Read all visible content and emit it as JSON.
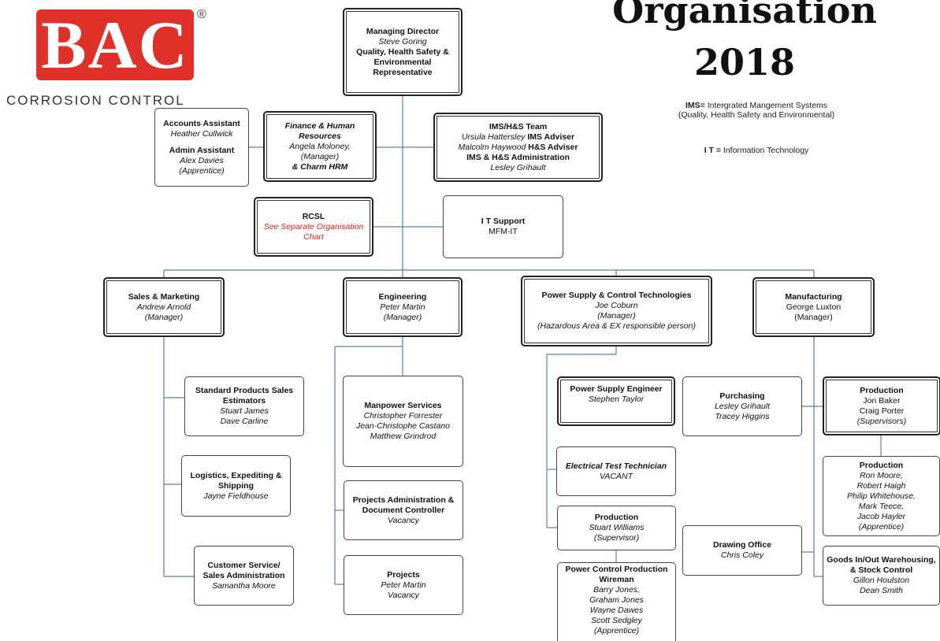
{
  "logo": {
    "text": "BAC",
    "registered": "®",
    "tagline": "CORROSION CONTROL"
  },
  "heading": {
    "line1": "Organisation",
    "line2": "2018"
  },
  "legend": {
    "ims_abbr": "IMS",
    "ims_desc": "Intergrated Mangement Systems",
    "ims_desc2": "(Quality, Health Safety and Environmental)",
    "it_abbr": "I T",
    "it_desc": "Information Technology"
  },
  "md": {
    "title": "Managing Director",
    "name": "Steve Goring",
    "role": "Quality, Health Safety & Environmental Representative"
  },
  "accounts": {
    "title1": "Accounts Assistant",
    "name1": "Heather Cullwick",
    "title2": "Admin Assistant",
    "name2": "Alex Davies",
    "note2": "(Apprentice)"
  },
  "finance": {
    "title": "Finance & Human Resources",
    "name": "Angela Moloney,",
    "note": "(Manager)",
    "name2": "& Charm HRM"
  },
  "ims": {
    "title": "IMS/H&S Team",
    "l1_name": "Ursula Hattersley",
    "l1_role": "IMS Adviser",
    "l2_name": "Malcolm Haywood",
    "l2_role": "H&S Adviser",
    "l3": "IMS & H&S Administration",
    "l4": "Lesley Grihault"
  },
  "rcsl": {
    "title": "RCSL",
    "note": "See Separate Organisation Chart"
  },
  "itsupport": {
    "title": "I T Support",
    "name": "MFM-IT"
  },
  "sales": {
    "title": "Sales & Marketing",
    "name": "Andrew Arnold",
    "note": "(Manager)"
  },
  "engineering": {
    "title": "Engineering",
    "name": "Peter Martin",
    "note": "(Manager)"
  },
  "power": {
    "title": "Power Supply & Control Technologies",
    "name": "Joe Coburn",
    "note": "(Manager)",
    "note2": "(Hazardous Area & EX responsible person)"
  },
  "manufacturing": {
    "title": "Manufacturing",
    "name": "George Luxton",
    "note": "(Manager)"
  },
  "std_products": {
    "title": "Standard Products Sales Estimators",
    "n1": "Stuart James",
    "n2": "Dave Carline"
  },
  "logistics": {
    "title": "Logistics, Expediting & Shipping",
    "name": "Jayne Fieldhouse"
  },
  "customer": {
    "title": "Customer Service/ Sales Administration",
    "name": "Samantha Moore"
  },
  "manpower": {
    "title": "Manpower Services",
    "n1": "Christopher Forrester",
    "n2": "Jean-Christophe Castano",
    "n3": "Matthew Grindrod"
  },
  "projadmin": {
    "title": "Projects Administration & Document Controller",
    "name": "Vacancy"
  },
  "projects": {
    "title": "Projects",
    "n1": "Peter Martin",
    "n2": "Vacancy"
  },
  "ps_engineer": {
    "title": "Power Supply Engineer",
    "name": "Stephen Taylor"
  },
  "elec_test": {
    "title": "Electrical Test Technician",
    "name": "VACANT"
  },
  "prod_stuart": {
    "title": "Production",
    "name": "Stuart Williams",
    "note": "(Supervisor)"
  },
  "wireman": {
    "title": "Power Control Production Wireman",
    "n1": "Barry Jones,",
    "n2": "Graham Jones",
    "n3": "Wayne Dawes",
    "n4": "Scott Sedgley",
    "n5": "(Apprentice)"
  },
  "purchasing": {
    "title": "Purchasing",
    "n1": "Lesley Grihault",
    "n2": "Tracey Higgins"
  },
  "drawing": {
    "title": "Drawing Office",
    "name": "Chris Coley"
  },
  "prod_sup": {
    "title": "Production",
    "n1": "Jon Baker",
    "n2": "Craig Porter",
    "note": "(Supervisors)"
  },
  "prod_team": {
    "title": "Production",
    "n1": "Ron Moore,",
    "n2": "Robert Haigh",
    "n3": "Philip Whitehouse,",
    "n4": "Mark Teece,",
    "n5": "Jacob Hayler",
    "n6": "(Apprentice)"
  },
  "goods": {
    "title": "Goods In/Out Warehousing, & Stock Control",
    "n1": "Gillon Houlston",
    "n2": "Dean Smith"
  }
}
